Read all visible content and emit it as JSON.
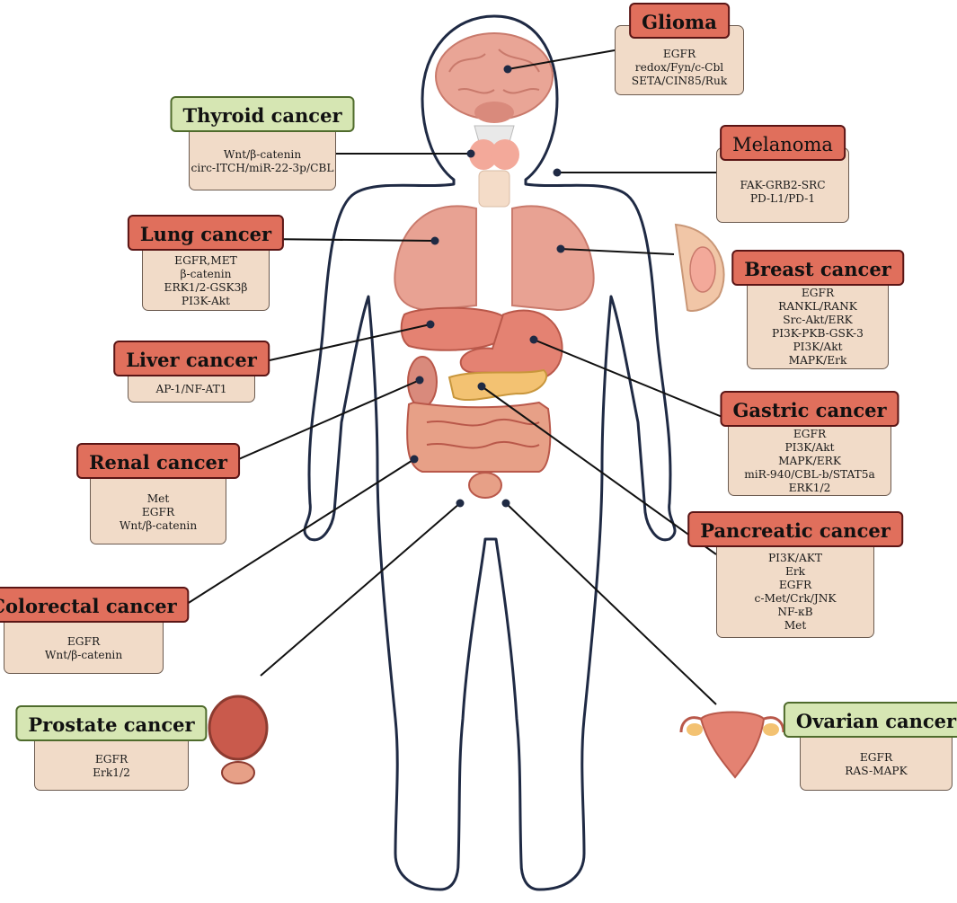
{
  "cards": [
    {
      "id": "glioma",
      "title": "Glioma",
      "color": "red",
      "lines": [
        "EGFR",
        "redox/Fyn/c-Cbl",
        "SETA/CIN85/Ruk"
      ]
    },
    {
      "id": "thyroid",
      "title": "Thyroid cancer",
      "color": "green",
      "lines": [
        "Wnt/β-catenin",
        "circ-ITCH/miR-22-3p/CBL"
      ]
    },
    {
      "id": "melanoma",
      "title": "Melanoma",
      "color": "red",
      "lines": [
        "FAK-GRB2-SRC",
        "PD-L1/PD-1"
      ]
    },
    {
      "id": "lung",
      "title": "Lung cancer",
      "color": "red",
      "lines": [
        "EGFR,MET",
        "β-catenin",
        "ERK1/2-GSK3β",
        "PI3K-Akt"
      ]
    },
    {
      "id": "breast",
      "title": "Breast cancer",
      "color": "red",
      "lines": [
        "EGFR",
        "RANKL/RANK",
        "Src-Akt/ERK",
        "PI3K-PKB-GSK-3",
        "PI3K/Akt",
        "MAPK/Erk"
      ]
    },
    {
      "id": "liver",
      "title": "Liver cancer",
      "color": "red",
      "lines": [
        "AP-1/NF-AT1"
      ]
    },
    {
      "id": "gastric",
      "title": "Gastric cancer",
      "color": "red",
      "lines": [
        "EGFR",
        "PI3K/Akt",
        "MAPK/ERK",
        "miR-940/CBL-b/STAT5a",
        "ERK1/2"
      ]
    },
    {
      "id": "renal",
      "title": "Renal cancer",
      "color": "red",
      "lines": [
        "Met",
        "EGFR",
        "Wnt/β-catenin"
      ]
    },
    {
      "id": "pancreatic",
      "title": "Pancreatic cancer",
      "color": "red",
      "lines": [
        "PI3K/AKT",
        "Erk",
        "EGFR",
        "c-Met/Crk/JNK",
        "NF-κB",
        "Met"
      ]
    },
    {
      "id": "colorectal",
      "title": "Colorectal cancer",
      "color": "red",
      "lines": [
        "EGFR",
        "Wnt/β-catenin"
      ]
    },
    {
      "id": "prostate",
      "title": "Prostate cancer",
      "color": "green",
      "lines": [
        "EGFR",
        "Erk1/2"
      ]
    },
    {
      "id": "ovarian",
      "title": "Ovarian cancer",
      "color": "green",
      "lines": [
        "EGFR",
        "RAS-MAPK"
      ]
    }
  ],
  "colors": {
    "red_header": "#e06f5c",
    "green_header": "#d6e6b3",
    "card_fill": "#f1dbc8",
    "body_outline": "#1f2a44"
  }
}
